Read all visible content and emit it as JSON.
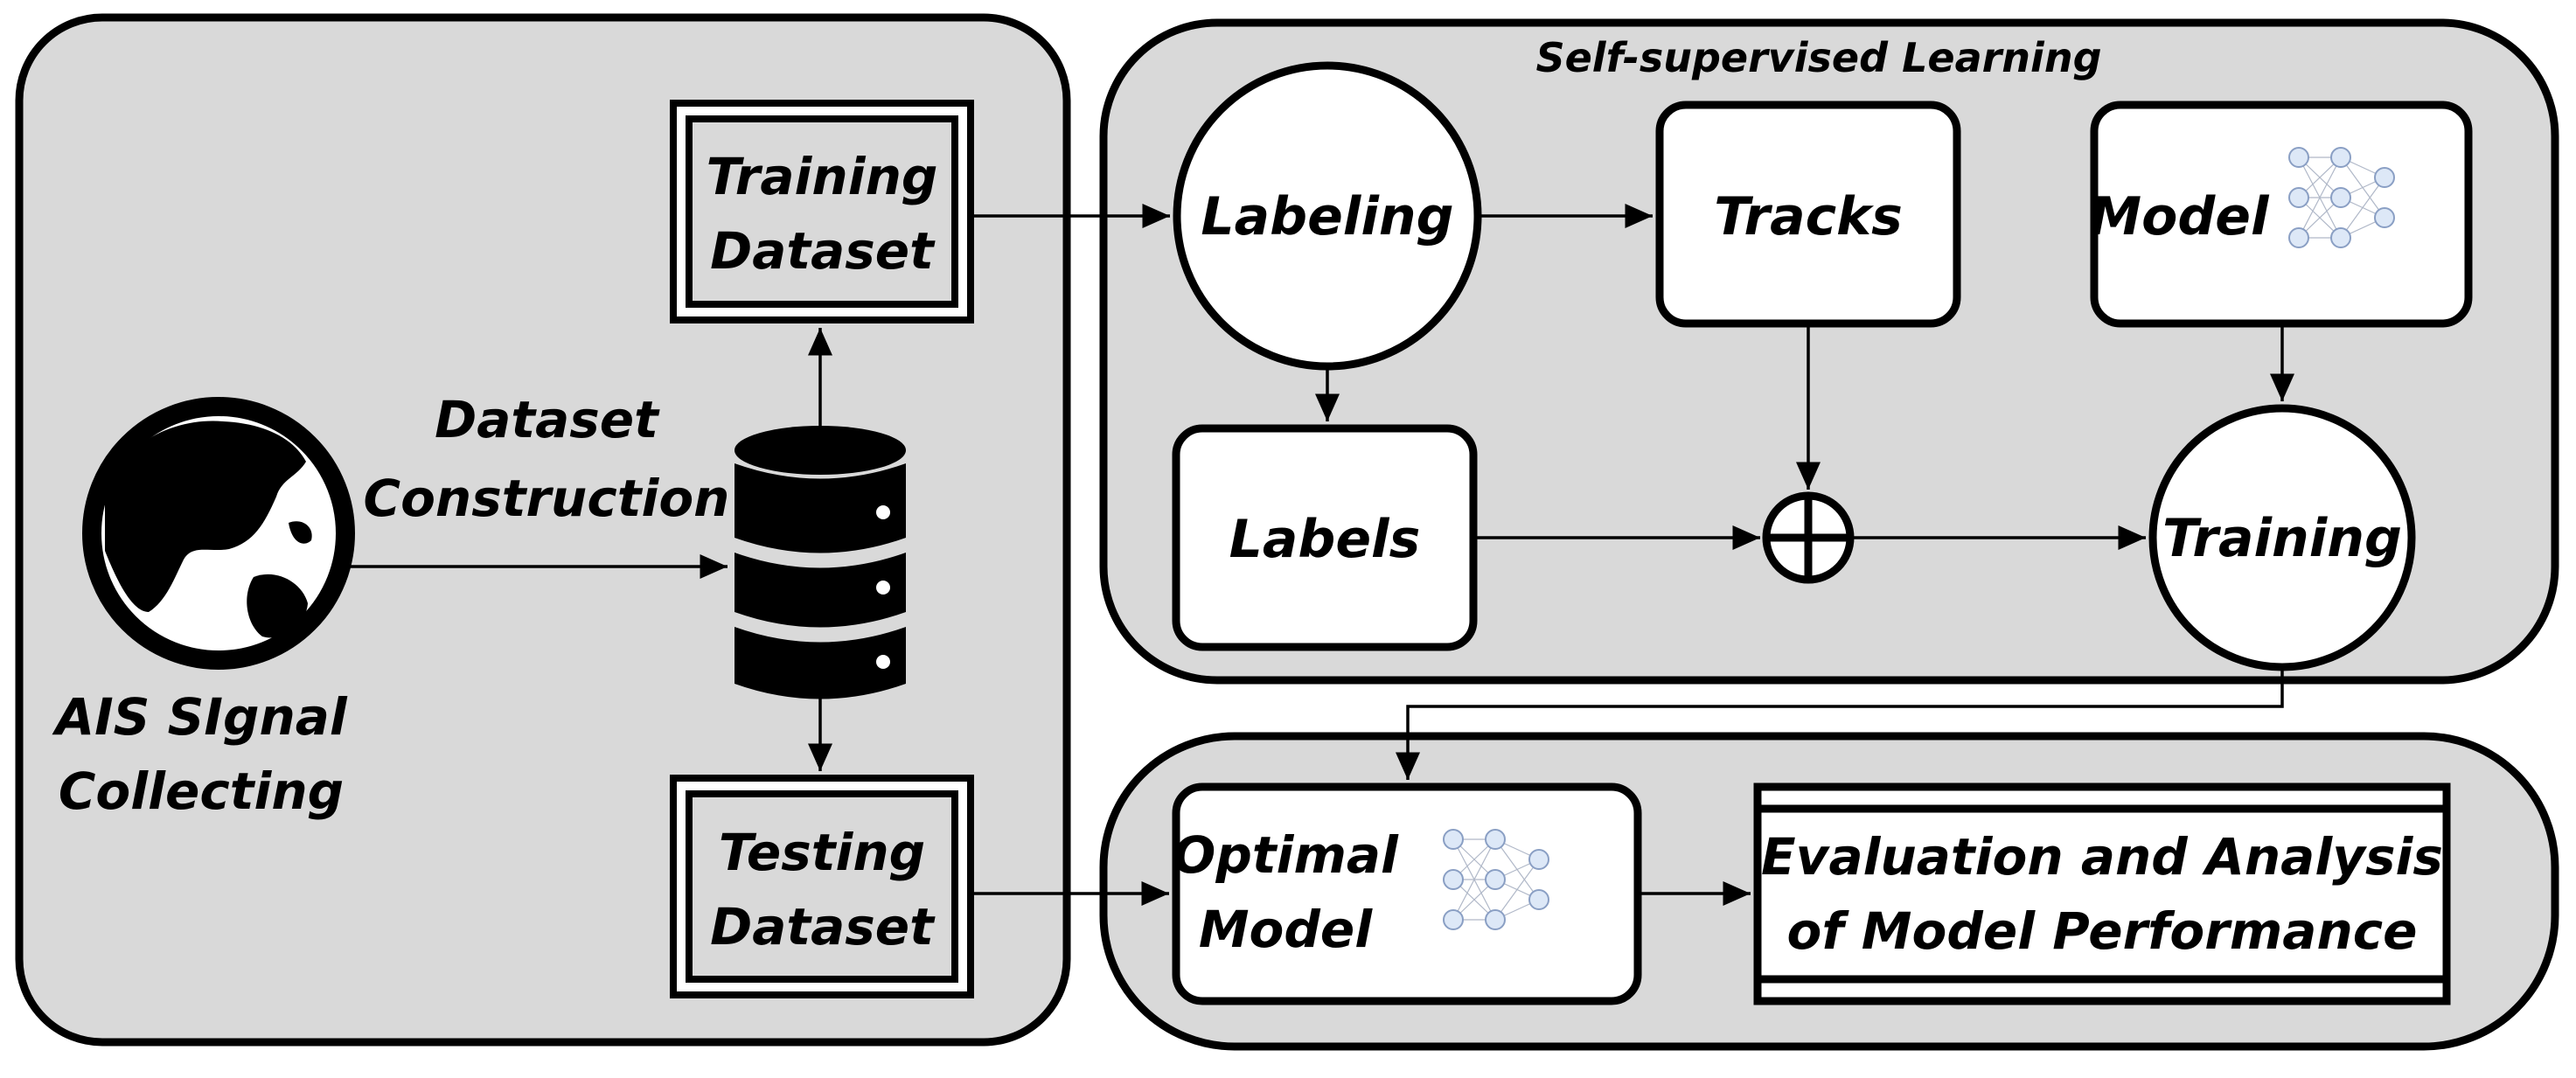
{
  "diagram": {
    "section_title": "Self-supervised Learning",
    "ais_label": [
      "AIS SIgnal",
      "Collecting"
    ],
    "dataset_construction_label": [
      "Dataset",
      "Construction"
    ],
    "training_dataset": [
      "Training",
      "Dataset"
    ],
    "testing_dataset": [
      "Testing",
      "Dataset"
    ],
    "labeling": "Labeling",
    "tracks": "Tracks",
    "model": "Model",
    "labels": "Labels",
    "training": "Training",
    "optimal_model": [
      "Optimal",
      "Model"
    ],
    "evaluation": [
      "Evaluation and Analysis",
      "of Model Performance"
    ]
  },
  "icons": {
    "globe": "globe-icon",
    "database": "database-icon",
    "neural_network": "neural-network-icon",
    "combine": "circle-plus-icon"
  },
  "colors": {
    "panel_fill": "#d9d9d9",
    "node_fill": "#ffffff",
    "stroke": "#000000",
    "nn_node": "#dde8f7",
    "nn_node_stroke": "#8a9fc4"
  }
}
